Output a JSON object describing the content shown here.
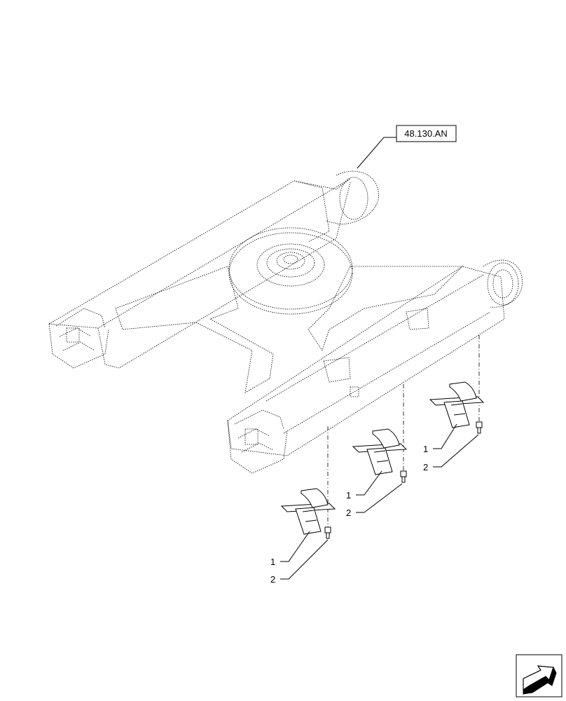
{
  "reference_label": "48.130.AN",
  "callouts": [
    {
      "group": "left",
      "item1": "1",
      "item2": "2"
    },
    {
      "group": "middle",
      "item1": "1",
      "item2": "2"
    },
    {
      "group": "right",
      "item1": "1",
      "item2": "2"
    }
  ],
  "nav_icon": "next-page-arrow-icon"
}
